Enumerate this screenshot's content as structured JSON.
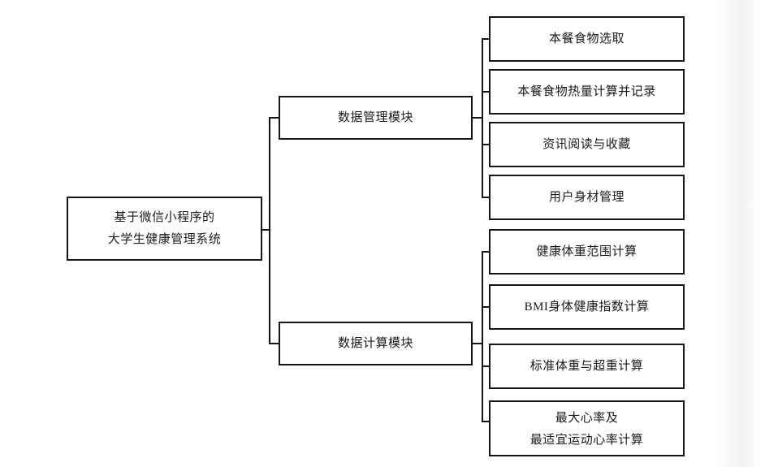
{
  "diagram": {
    "type": "tree-hierarchy",
    "title_text": "基于微信小程序的\n大学生健康管理系统",
    "root": {
      "name": "root-node",
      "label": "基于微信小程序的\n大学生健康管理系统"
    },
    "branches": [
      {
        "name": "data-management-module",
        "label": "数据管理模块",
        "children": [
          {
            "name": "leaf-meal-food-selection",
            "label": "本餐食物选取"
          },
          {
            "name": "leaf-meal-calorie-calc-record",
            "label": "本餐食物热量计算并记录"
          },
          {
            "name": "leaf-news-read-favorite",
            "label": "资讯阅读与收藏"
          },
          {
            "name": "leaf-user-body-management",
            "label": "用户身材管理"
          }
        ]
      },
      {
        "name": "data-calculation-module",
        "label": "数据计算模块",
        "children": [
          {
            "name": "leaf-healthy-weight-range",
            "label": "健康体重范围计算"
          },
          {
            "name": "leaf-bmi-index-calc",
            "label": "BMI身体健康指数计算"
          },
          {
            "name": "leaf-standard-overweight-calc",
            "label": "标准体重与超重计算"
          },
          {
            "name": "leaf-max-heart-rate-calc",
            "label": "最大心率及\n最适宜运动心率计算"
          }
        ]
      }
    ],
    "colors": {
      "box_border": "#151515",
      "connector": "#151515",
      "text": "#1a1a1a",
      "background": "#ffffff"
    }
  }
}
